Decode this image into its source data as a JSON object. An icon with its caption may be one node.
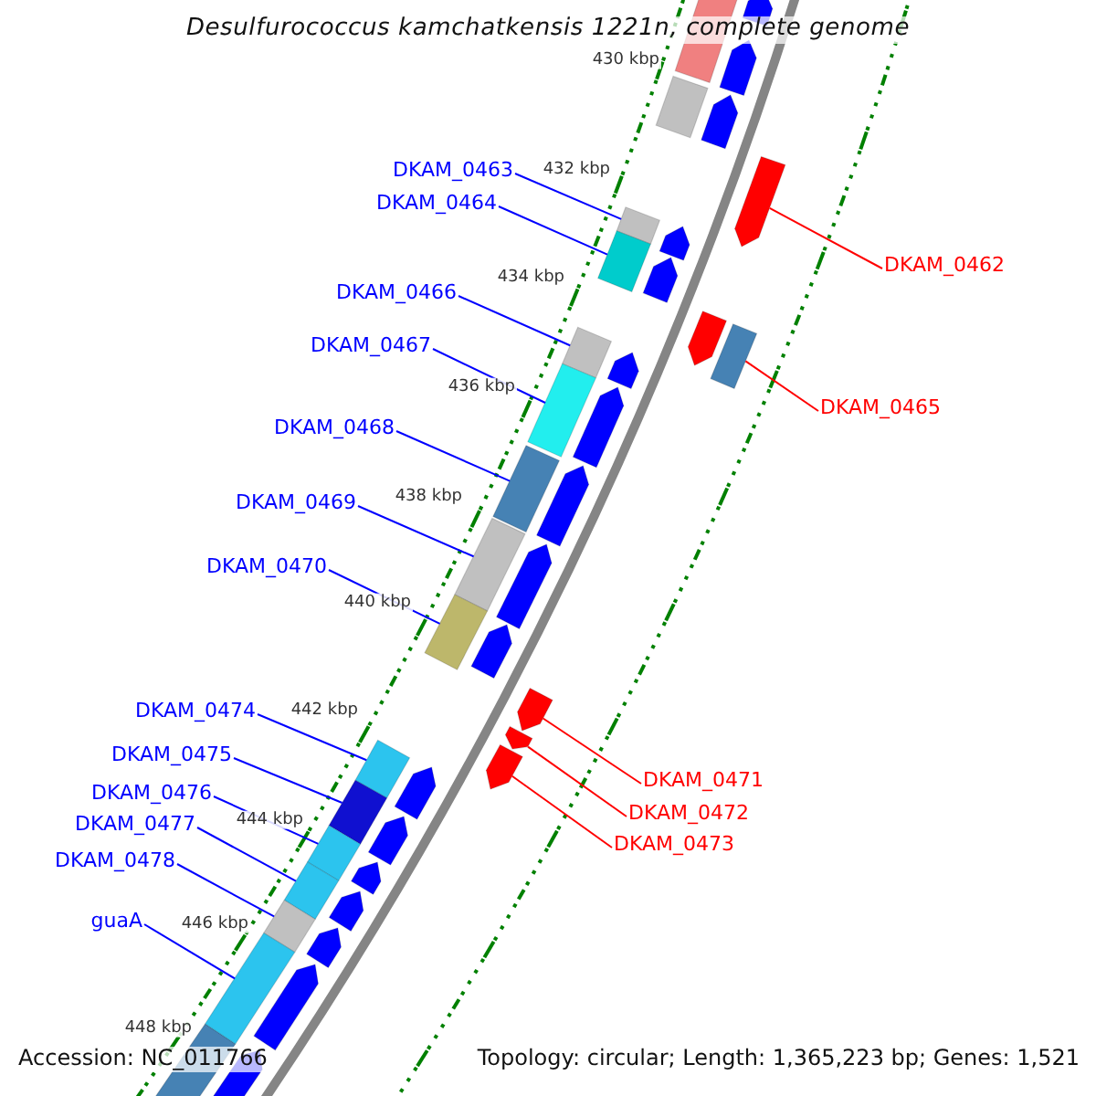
{
  "diagram": {
    "title": "Desulfurococcus kamchatkensis 1221n, complete genome",
    "nodes": [
      {
        "text": [
          "DKAM_0463"
        ]
      },
      {
        "text": [
          "DKAM_0464"
        ]
      },
      {
        "text": [
          "DKAM_0462"
        ]
      },
      {
        "text": [
          "DKAM_0466"
        ]
      },
      {
        "text": [
          "DKAM_0467"
        ]
      },
      {
        "text": [
          "DKAM_0465"
        ]
      },
      {
        "text": [
          "DKAM_0468"
        ]
      },
      {
        "text": [
          "DKAM_0469"
        ]
      },
      {
        "text": [
          "DKAM_0470"
        ]
      },
      {
        "text": [
          "DKAM_0474"
        ]
      },
      {
        "text": [
          "DKAM_0475"
        ]
      },
      {
        "text": [
          "DKAM_0471"
        ]
      },
      {
        "text": [
          "DKAM_0476"
        ]
      },
      {
        "text": [
          "DKAM_0472"
        ]
      },
      {
        "text": [
          "DKAM_0477"
        ]
      },
      {
        "text": [
          "DKAM_0473"
        ]
      },
      {
        "text": [
          "DKAM_0478"
        ]
      },
      {
        "text": [
          "guaA"
        ]
      },
      {
        "text": [],
        "shape": "box"
      },
      {
        "text": [],
        "shape": "box"
      },
      {
        "text": [],
        "shape": "arrow"
      },
      {
        "text": [],
        "shape": "box"
      },
      {
        "text": [],
        "shape": "box"
      },
      {
        "text": [],
        "shape": "box"
      },
      {
        "text": [],
        "shape": "box"
      },
      {
        "text": [],
        "shape": "box"
      },
      {
        "text": [],
        "shape": "box"
      },
      {
        "text": [],
        "shape": "box"
      },
      {
        "text": [],
        "shape": "box"
      },
      {
        "text": [],
        "shape": "arrow"
      },
      {
        "text": [],
        "shape": "box"
      },
      {
        "text": [],
        "shape": "arrow"
      },
      {
        "text": [],
        "shape": "box"
      },
      {
        "text": [],
        "shape": "arrow"
      },
      {
        "text": [],
        "shape": "box"
      },
      {
        "text": [],
        "shape": "box"
      }
    ],
    "edges": [
      {
        "from": 0,
        "to": 18,
        "arrow": "none"
      },
      {
        "from": 1,
        "to": 19,
        "arrow": "none"
      },
      {
        "from": 2,
        "to": 20,
        "arrow": "none",
        "color": "#ff0000"
      },
      {
        "from": 3,
        "to": 21,
        "arrow": "none"
      },
      {
        "from": 4,
        "to": 22,
        "arrow": "none"
      },
      {
        "from": 5,
        "to": 23,
        "arrow": "none",
        "color": "#ff0000"
      },
      {
        "from": 6,
        "to": 24,
        "arrow": "none"
      },
      {
        "from": 7,
        "to": 25,
        "arrow": "none"
      },
      {
        "from": 8,
        "to": 26,
        "arrow": "none"
      },
      {
        "from": 9,
        "to": 27,
        "arrow": "none"
      },
      {
        "from": 10,
        "to": 28,
        "arrow": "none"
      },
      {
        "from": 11,
        "to": 29,
        "arrow": "none",
        "color": "#ff0000"
      },
      {
        "from": 12,
        "to": 30,
        "arrow": "none"
      },
      {
        "from": 13,
        "to": 31,
        "arrow": "none",
        "color": "#ff0000"
      },
      {
        "from": 14,
        "to": 32,
        "arrow": "none"
      },
      {
        "from": 15,
        "to": 33,
        "arrow": "none",
        "color": "#ff0000"
      },
      {
        "from": 16,
        "to": 34,
        "arrow": "none"
      },
      {
        "from": 17,
        "to": 35,
        "arrow": "none"
      }
    ],
    "labels": [
      "430 kbp",
      "432 kbp",
      "434 kbp",
      "436 kbp",
      "438 kbp",
      "440 kbp",
      "442 kbp",
      "444 kbp",
      "446 kbp",
      "448 kbp",
      "Accession: NC_011766",
      "Topology: circular; Length: 1,365,223 bp; Genes: 1,521"
    ]
  }
}
